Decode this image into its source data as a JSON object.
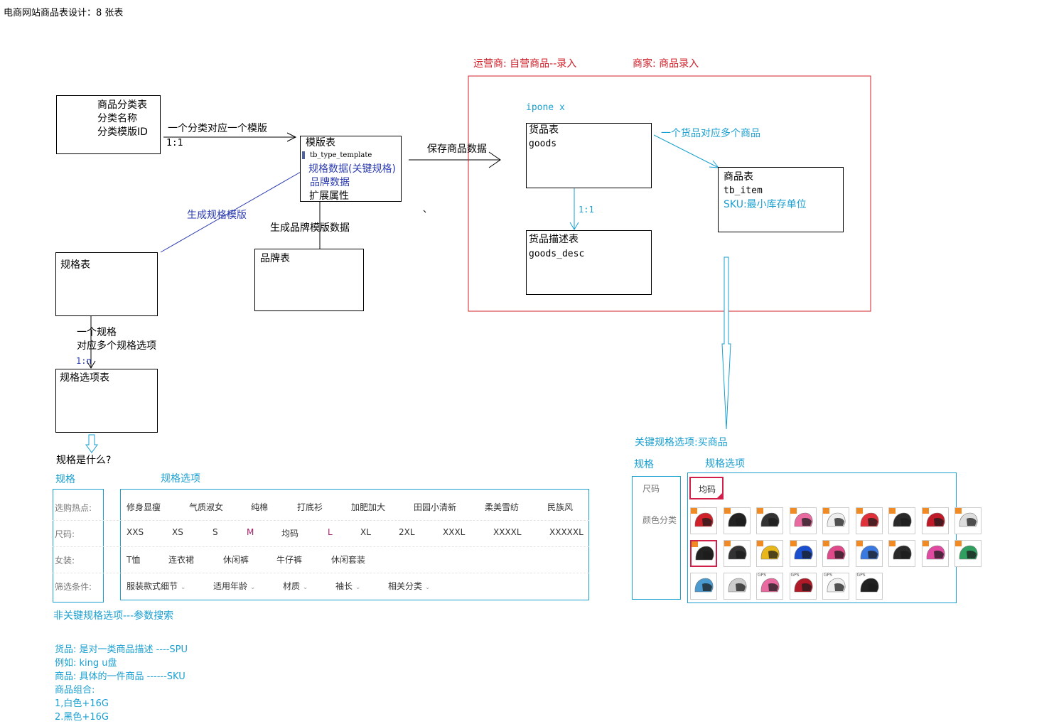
{
  "title": "电商网站商品表设计：8 张表",
  "left": {
    "category_box": {
      "line1": "商品分类表",
      "line2": "分类名称",
      "line3": "分类模版ID"
    },
    "category_to_template": {
      "label": "一个分类对应一个模版",
      "ratio": "1:1"
    },
    "template_box": {
      "title": "模版表",
      "subtitle": "tb_type_template",
      "line1": "规格数据(关键规格)",
      "line2": "品牌数据",
      "line3": "扩展属性"
    },
    "save_label": "保存商品数据",
    "gen_spec_label": "生成规格模版",
    "gen_brand_label": "生成品牌模版数据",
    "brand_box": {
      "title": "品牌表"
    },
    "spec_box": {
      "title": "规格表"
    },
    "spec_to_option": {
      "line1": "一个规格",
      "line2": "对应多个规格选项",
      "ratio": "1:n"
    },
    "spec_option_box": {
      "title": "规格选项表"
    },
    "what_is_spec": "规格是什么?"
  },
  "spec_panel": {
    "spec_label": "规格",
    "options_label": "规格选项",
    "rows": [
      {
        "label": "选购热点:",
        "items": [
          "修身显瘦",
          "气质淑女",
          "纯棉",
          "打底衫",
          "加肥加大",
          "田园小清新",
          "柔美雪纺",
          "民族风"
        ]
      },
      {
        "label": "尺码:",
        "items": [
          "XXS",
          "XS",
          "S",
          "M",
          "均码",
          "L",
          "XL",
          "2XL",
          "XXXL",
          "XXXXL",
          "XXXXXL"
        ]
      },
      {
        "label": "女装:",
        "items": [
          "T恤",
          "连衣裙",
          "休闲裤",
          "牛仔裤",
          "休闲套装"
        ]
      },
      {
        "label": "筛选条件:",
        "items": [
          "服装款式细节",
          "适用年龄",
          "材质",
          "袖长",
          "相关分类"
        ]
      }
    ],
    "caption": "非关键规格选项---参数搜索"
  },
  "notes": {
    "line1": "货品: 是对一类商品描述 ----SPU",
    "line2": "例如: king u盘",
    "line3": "商品: 具体的一件商品 ------SKU",
    "line4": "商品组合:",
    "line5": "1,白色+16G",
    "line6": "2.黑色+16G"
  },
  "right": {
    "operator_label": "运营商: 自营商品--录入",
    "merchant_label": "商家: 商品录入",
    "example": "ipone x",
    "goods_box": {
      "title": "货品表",
      "subtitle": "goods"
    },
    "goods_to_item": "一个货品对应多个商品",
    "item_box": {
      "title": "商品表",
      "subtitle": "tb_item",
      "note": "SKU:最小库存单位"
    },
    "goods_to_desc_ratio": "1:1",
    "desc_box": {
      "title": "货品描述表",
      "subtitle": "goods_desc"
    }
  },
  "key_spec": {
    "caption": "关键规格选项:买商品",
    "spec_label": "规格",
    "options_label": "规格选项",
    "size_label": "尺码",
    "size_value": "均码",
    "color_label": "颜色分类",
    "thumb_colors": [
      "#d0202a",
      "#222222",
      "#333333",
      "#e86aa0",
      "#eeeeee",
      "#e0303a",
      "#2a2a2a",
      "#c01a28",
      "#dddddd",
      "#222222",
      "#333333",
      "#e8b81a",
      "#1a4fd0",
      "#e04a8a",
      "#3a7ae0",
      "#2a2a2a",
      "#e04aa0",
      "#30a060",
      "#4a9ad0",
      "#cccccc",
      "#e86aa0",
      "#b01a28",
      "#eeeeee",
      "#222222"
    ],
    "gps_label": "GPS"
  }
}
